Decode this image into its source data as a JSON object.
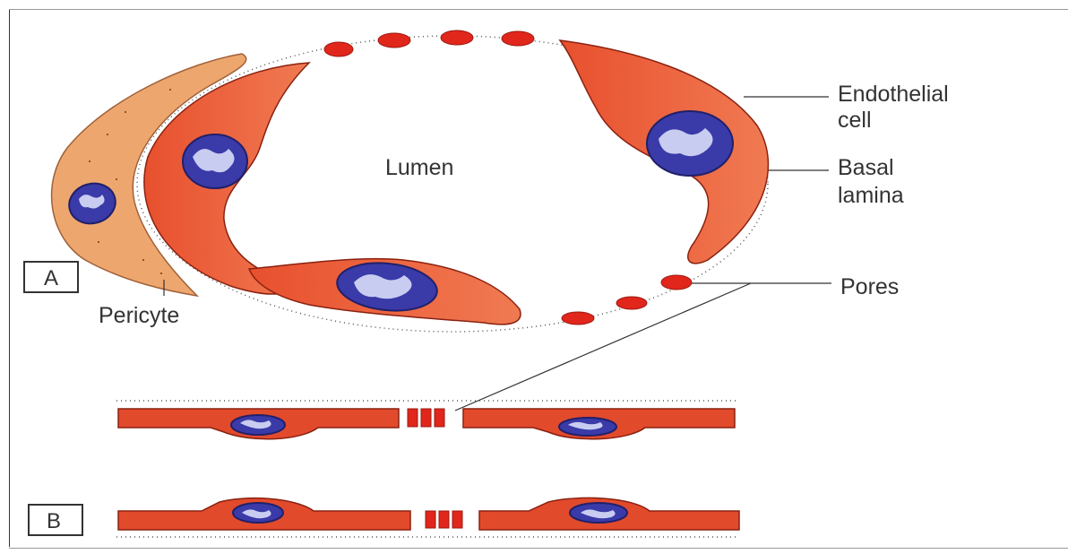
{
  "labels": {
    "endothelial_line1": "Endothelial",
    "endothelial_line2": "cell",
    "basal_line1": "Basal",
    "basal_line2": "lamina",
    "lumen": "Lumen",
    "pores": "Pores",
    "pericyte": "Pericyte"
  },
  "panels": {
    "a": "A",
    "b": "B"
  },
  "colors": {
    "endothelial_cell": "#e24a2c",
    "pore": "#e1261c",
    "nucleus": "#3a3aa8",
    "pericyte": "#eda76e"
  }
}
